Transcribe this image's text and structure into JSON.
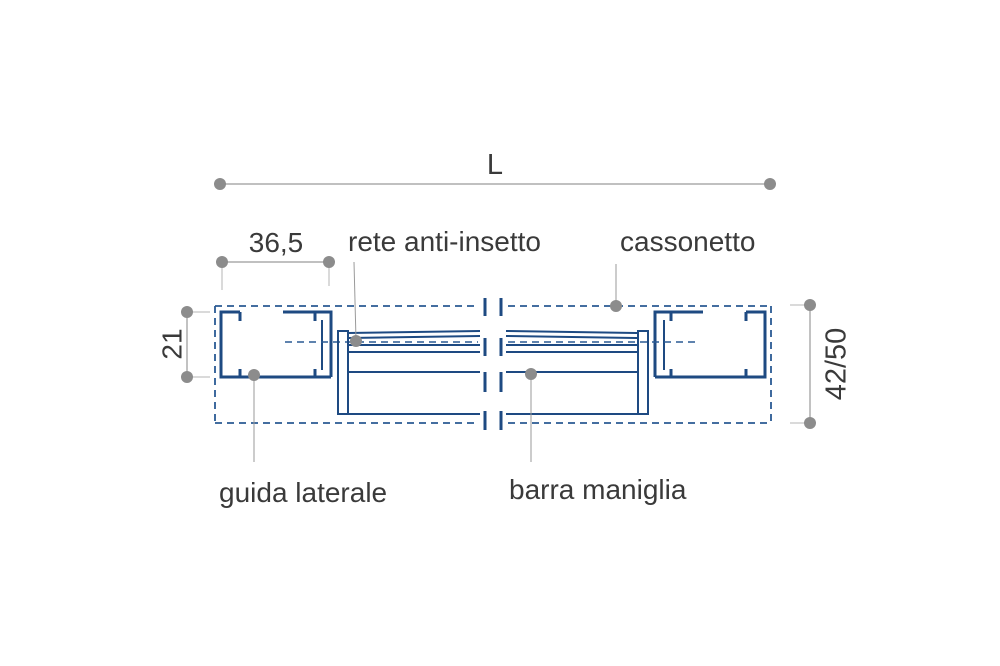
{
  "dimensions": {
    "width_label": "L",
    "guide_width_label": "36,5",
    "guide_depth_label": "21",
    "box_height_label": "42/50"
  },
  "callouts": {
    "screen_mesh": "rete anti-insetto",
    "cassette": "cassonetto",
    "side_guide": "guida laterale",
    "handle_bar": "barra maniglia"
  },
  "colors": {
    "profile_blue": "#1e4a82",
    "dashed_blue": "#2a5a93",
    "dimension_gray": "#8a8a8a",
    "dot_gray": "#8c8c8c",
    "text": "#3a3a3a"
  }
}
